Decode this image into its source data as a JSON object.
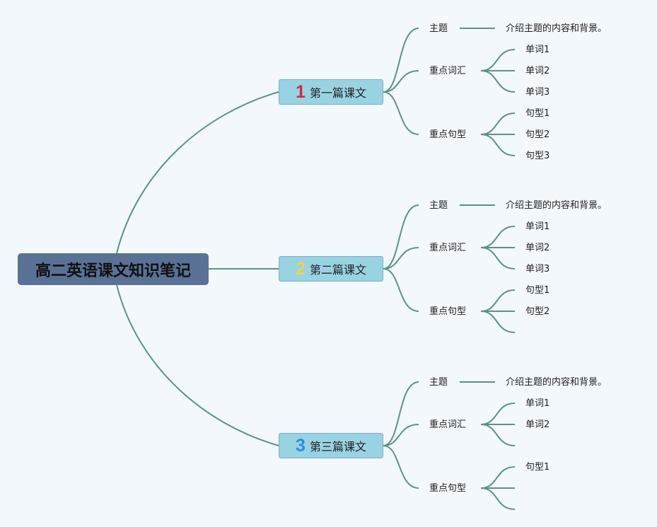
{
  "root": {
    "title": "高二英语课文知识笔记",
    "color": "#5a7196"
  },
  "link_color": "#5a9485",
  "lessons": [
    {
      "number": "1",
      "number_color": "#d3283e",
      "title": "第一篇课文",
      "topic": {
        "label": "主题",
        "detail": "介绍主题的内容和背景。"
      },
      "vocab": {
        "label": "重点词汇",
        "items": [
          "单词1",
          "单词2",
          "单词3"
        ]
      },
      "sentences": {
        "label": "重点句型",
        "items": [
          "句型1",
          "句型2",
          "句型3"
        ]
      }
    },
    {
      "number": "2",
      "number_color": "#f1d34a",
      "title": "第二篇课文",
      "topic": {
        "label": "主题",
        "detail": "介绍主题的内容和背景。"
      },
      "vocab": {
        "label": "重点词汇",
        "items": [
          "单词1",
          "单词2",
          "单词3"
        ]
      },
      "sentences": {
        "label": "重点句型",
        "items": [
          "句型1",
          "句型2",
          ""
        ]
      }
    },
    {
      "number": "3",
      "number_color": "#2592dc",
      "title": "第三篇课文",
      "topic": {
        "label": "主题",
        "detail": "介绍主题的内容和背景。"
      },
      "vocab": {
        "label": "重点词汇",
        "items": [
          "单词1",
          "单词2",
          ""
        ]
      },
      "sentences": {
        "label": "重点句型",
        "items": [
          "句型1",
          "",
          ""
        ]
      }
    }
  ]
}
